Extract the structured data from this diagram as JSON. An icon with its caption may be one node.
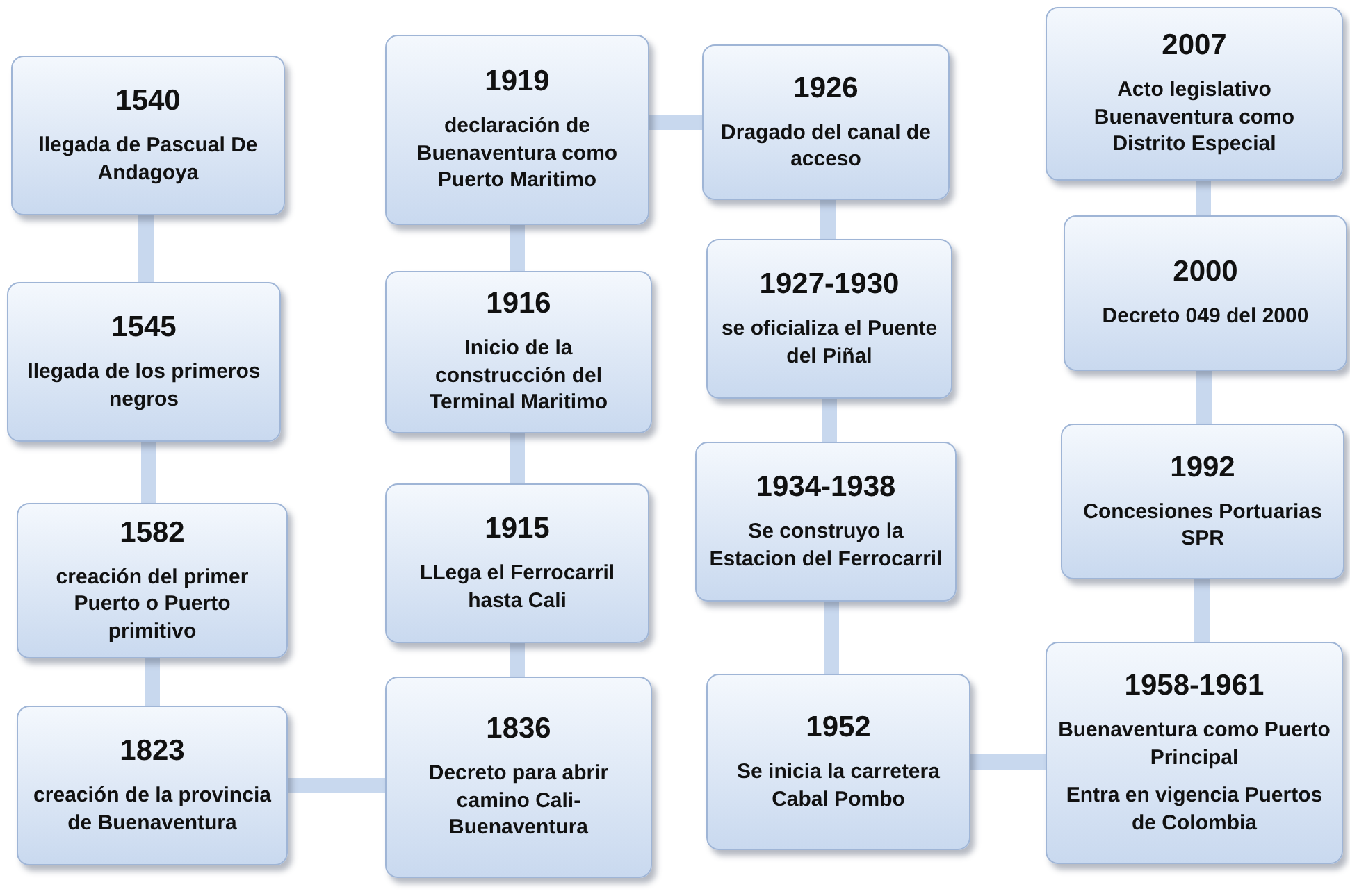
{
  "diagram": {
    "nodes": [
      {
        "text": [
          "1540",
          "llegada de Pascual De Andagoya"
        ]
      },
      {
        "text": [
          "1545",
          "llegada de los primeros negros"
        ]
      },
      {
        "text": [
          "1582",
          "creación del primer Puerto o Puerto primitivo"
        ]
      },
      {
        "text": [
          "1823",
          "creación de  la provincia de Buenaventura"
        ]
      },
      {
        "text": [
          "1919",
          "declaración de Buenaventura como Puerto Maritimo"
        ]
      },
      {
        "text": [
          "1916",
          "Inicio de la construcción del Terminal Maritimo"
        ]
      },
      {
        "text": [
          "1915",
          "LLega el Ferrocarril hasta Cali"
        ]
      },
      {
        "text": [
          "1836",
          "Decreto para abrir camino Cali-Buenaventura"
        ]
      },
      {
        "text": [
          "1926",
          "Dragado del canal de acceso"
        ]
      },
      {
        "text": [
          "1927-1930",
          "se oficializa el Puente del Piñal"
        ]
      },
      {
        "text": [
          "1934-1938",
          "Se construyo la Estacion del Ferrocarril"
        ]
      },
      {
        "text": [
          "1952",
          "Se inicia la carretera Cabal Pombo"
        ]
      },
      {
        "text": [
          "2007",
          "Acto legislativo Buenaventura como Distrito Especial"
        ]
      },
      {
        "text": [
          "2000",
          "Decreto 049 del 2000"
        ]
      },
      {
        "text": [
          "1992",
          "Concesiones Portuarias SPR"
        ]
      },
      {
        "text": [
          "1958-1961",
          "Buenaventura como Puerto Principal",
          "Entra en vigencia Puertos de Colombia"
        ]
      }
    ],
    "edges": [
      {
        "from": 0,
        "to": 1,
        "arrow": "none"
      },
      {
        "from": 1,
        "to": 2,
        "arrow": "none"
      },
      {
        "from": 2,
        "to": 3,
        "arrow": "none"
      },
      {
        "from": 3,
        "to": 7,
        "arrow": "none"
      },
      {
        "from": 7,
        "to": 6,
        "arrow": "none"
      },
      {
        "from": 6,
        "to": 5,
        "arrow": "none"
      },
      {
        "from": 5,
        "to": 4,
        "arrow": "none"
      },
      {
        "from": 4,
        "to": 8,
        "arrow": "none"
      },
      {
        "from": 8,
        "to": 9,
        "arrow": "none"
      },
      {
        "from": 9,
        "to": 10,
        "arrow": "none"
      },
      {
        "from": 10,
        "to": 11,
        "arrow": "none"
      },
      {
        "from": 11,
        "to": 15,
        "arrow": "none"
      },
      {
        "from": 15,
        "to": 14,
        "arrow": "none"
      },
      {
        "from": 14,
        "to": 13,
        "arrow": "none"
      },
      {
        "from": 13,
        "to": 12,
        "arrow": "none"
      }
    ]
  }
}
